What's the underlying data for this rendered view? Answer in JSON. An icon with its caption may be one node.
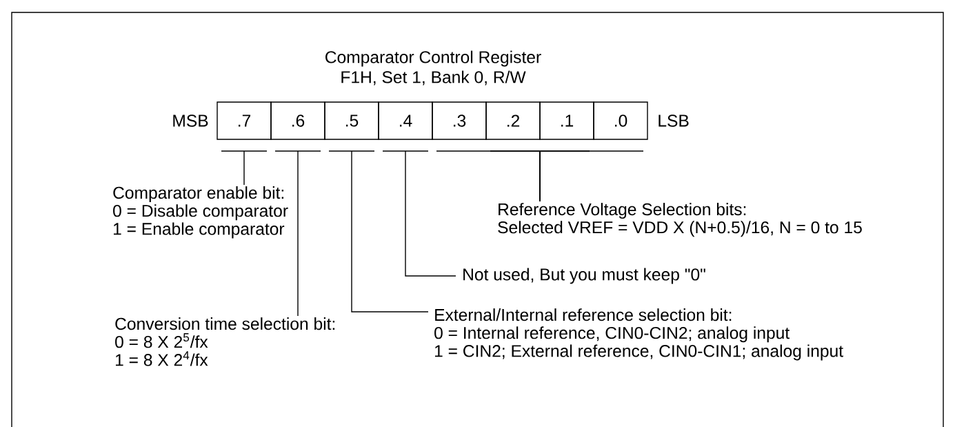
{
  "diagram": {
    "title": "Comparator Control Register",
    "nodes": [
      {
        "text": [
          ".7"
        ],
        "beside": [
          "MSB"
        ]
      },
      {
        "text": [
          ".6"
        ]
      },
      {
        "text": [
          ".5"
        ]
      },
      {
        "text": [
          ".4"
        ]
      },
      {
        "text": [
          ".3"
        ]
      },
      {
        "text": [
          ".2"
        ]
      },
      {
        "text": [
          ".1"
        ]
      },
      {
        "text": [
          ".0"
        ],
        "beside": [
          "LSB"
        ]
      },
      {
        "text": [
          "Comparator enable bit:",
          "0 = Disable comparator",
          "1 = Enable comparator"
        ]
      },
      {
        "text": [
          "Conversion time selection bit:",
          "0 = 8 X 2$^{5}$/fx",
          "1 = 8 X 2$^{4}$/fx"
        ]
      },
      {
        "text": [
          "External/Internal reference selection bit:",
          "0 = Internal reference, CIN0-CIN2; analog input",
          "1 = CIN2; External reference, CIN0-CIN1; analog input"
        ]
      },
      {
        "text": [
          "Not used, But you must keep \"0\""
        ]
      },
      {
        "text": [
          "Reference Voltage Selection bits:",
          "Selected  VREF = VDD X (N+0.5)/16, N = 0 to 15"
        ]
      }
    ],
    "edges": [
      {
        "from": 8,
        "to": 0,
        "arrow": "none"
      },
      {
        "from": 9,
        "to": 1,
        "arrow": "none"
      },
      {
        "from": 10,
        "to": 2,
        "arrow": "none"
      },
      {
        "from": 11,
        "to": 3,
        "arrow": "none"
      },
      {
        "from": 12,
        "to": 4,
        "arrow": "none"
      },
      {
        "from": 12,
        "to": 5,
        "arrow": "none"
      },
      {
        "from": 12,
        "to": 6,
        "arrow": "none"
      },
      {
        "from": 12,
        "to": 7,
        "arrow": "none"
      }
    ],
    "labels": [
      "F1H, Set 1, Bank 0,  R/W"
    ]
  }
}
